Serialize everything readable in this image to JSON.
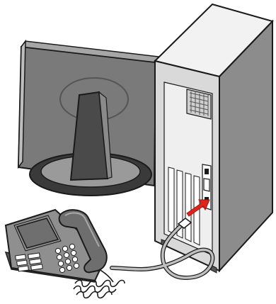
{
  "illustration": {
    "objects": [
      "monitor",
      "computer-tower",
      "telephone",
      "phone-cable"
    ],
    "icons": [
      "arrow-icon"
    ],
    "colors": {
      "background": "#ffffff",
      "outline": "#1a1a1a",
      "tower_side": "#8c8c8c",
      "tower_front": "#d9d9d9",
      "tower_top": "#f2f2f2",
      "monitor_back": "#7a7a7a",
      "monitor_rim": "#a6a6a6",
      "stand_base_outer": "#3a3a3a",
      "stand_base_inner": "#9a9a9a",
      "phone_body": "#8f8f8f",
      "phone_screen": "#6f6f6f",
      "cable": "#bfbfbf",
      "arrow": "#e2231a"
    }
  }
}
